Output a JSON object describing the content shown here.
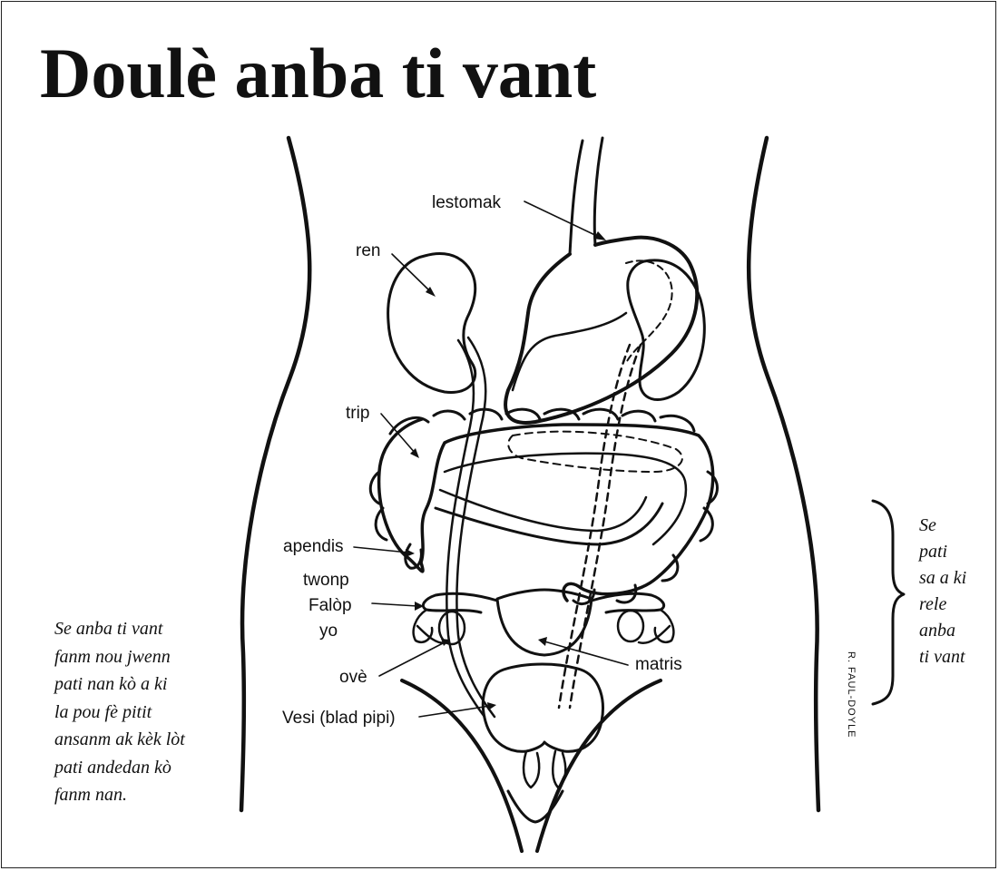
{
  "title": "Doulè anba ti vant",
  "labels": {
    "lestomak": "lestomak",
    "ren": "ren",
    "trip": "trip",
    "apendis": "apendis",
    "twonp_line1": "twonp",
    "twonp_line2": "Falòp",
    "twonp_line3": "yo",
    "ove": "ovè",
    "matris": "matris",
    "vesi": "Vesi (blad pipi)"
  },
  "note_left": [
    "Se anba ti vant",
    "fanm nou jwenn",
    "pati nan kò a ki",
    "la pou fè pitit",
    "ansanm ak kèk lòt",
    "pati andedan kò",
    "fanm nan."
  ],
  "note_right": [
    "Se",
    "pati",
    "sa a ki",
    "rele",
    "anba",
    "ti vant"
  ],
  "signature": "R. FAUL-DOYLE"
}
